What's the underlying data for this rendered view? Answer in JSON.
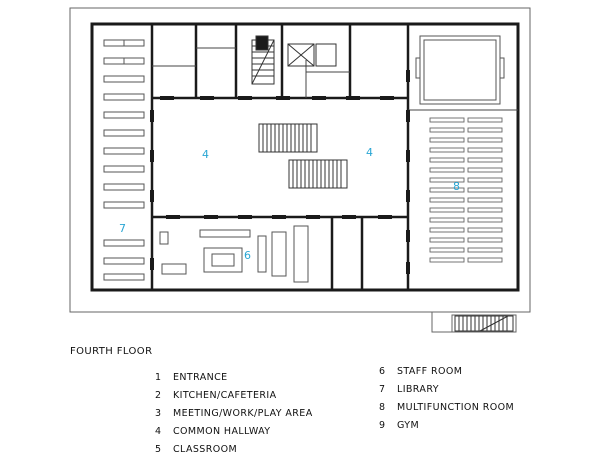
{
  "floor_title": "FOURTH FLOOR",
  "room_labels": [
    "4",
    "4",
    "8",
    "7",
    "6"
  ],
  "legend_left": [
    {
      "num": "1",
      "label": "ENTRANCE"
    },
    {
      "num": "2",
      "label": "KITCHEN/CAFETERIA"
    },
    {
      "num": "3",
      "label": "MEETING/WORK/PLAY AREA"
    },
    {
      "num": "4",
      "label": "COMMON HALLWAY"
    },
    {
      "num": "5",
      "label": "CLASSROOM"
    }
  ],
  "legend_right": [
    {
      "num": "6",
      "label": "STAFF ROOM"
    },
    {
      "num": "7",
      "label": "LIBRARY"
    },
    {
      "num": "8",
      "label": "MULTIFUNCTION ROOM"
    },
    {
      "num": "9",
      "label": "GYM"
    }
  ],
  "colors": {
    "room_number": "#2aa6d4",
    "wall": "#1a1a1a",
    "line": "#555555"
  }
}
